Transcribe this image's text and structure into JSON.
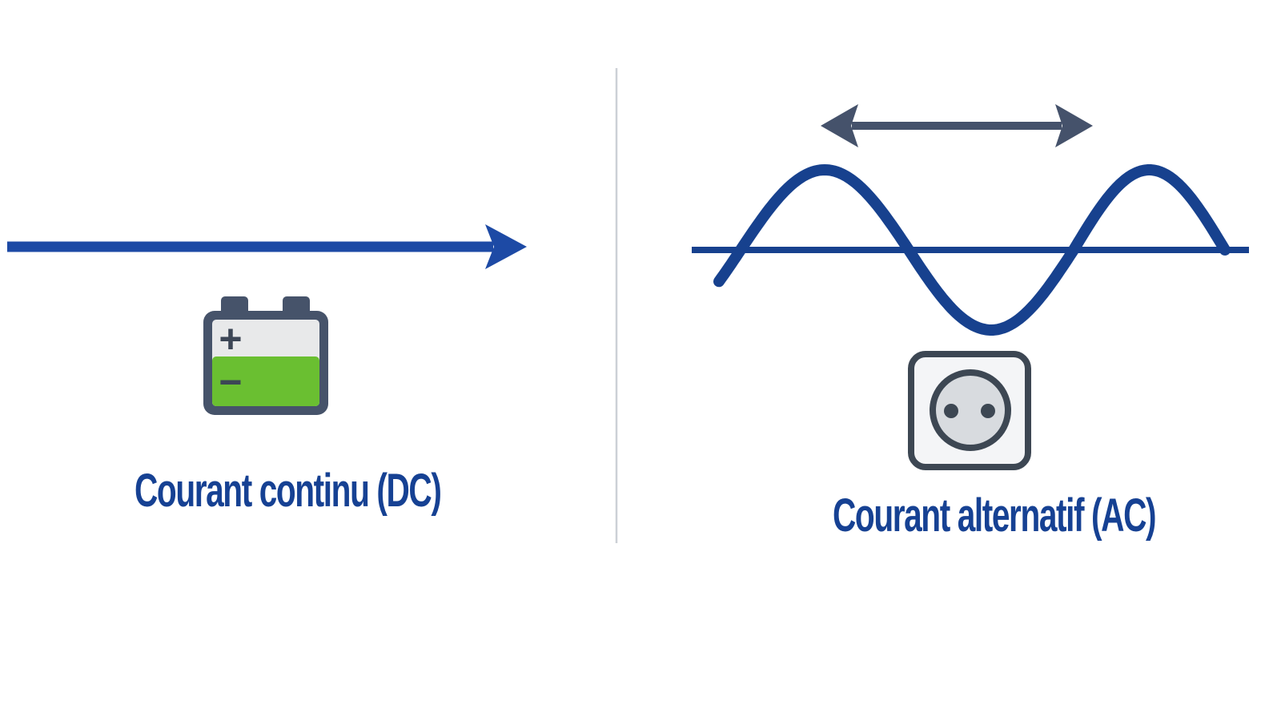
{
  "left_panel": {
    "label": "Courant continu (DC)",
    "flow": "constant, one direction",
    "battery": {
      "positive_symbol": "+",
      "negative_symbol": "−"
    }
  },
  "right_panel": {
    "label": "Courant alternatif (AC)",
    "flow": "oscillating, alternating direction",
    "waveform": "sine"
  },
  "icons": {
    "dc_flow_arrow": "straight right-pointing arrow",
    "battery": "battery with two terminals, + and − plates",
    "ac_oscillation_arrow": "double-headed horizontal arrow",
    "ac_sine_wave": "sine wave of 1.5 cycles crossing a horizontal axis",
    "power_outlet": "European round power outlet with two holes"
  },
  "colors": {
    "background": "#ffffff",
    "dc_arrow_blue": "#1d4aa5",
    "ac_wave_blue": "#17418e",
    "label_blue": "#164193",
    "double_arrow_slate": "#45526b",
    "battery_border_slate": "#46536a",
    "battery_symbol_slate": "#3c4656",
    "battery_green": "#6abf31",
    "battery_gray": "#e8e9ea",
    "outlet_border": "#3d4753",
    "outlet_face": "#f4f5f7",
    "outlet_circle": "#d8dbdf",
    "divider_gray": "#ccd0d6"
  }
}
